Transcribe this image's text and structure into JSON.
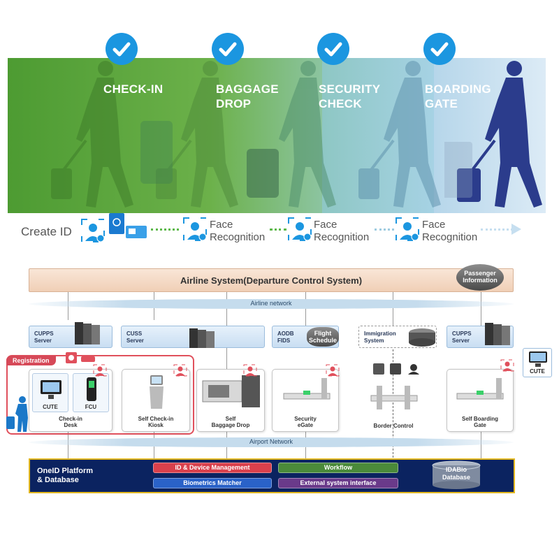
{
  "journey": {
    "stages": [
      {
        "title": "CHECK-IN"
      },
      {
        "title": "BAGGAGE\nDROP"
      },
      {
        "title": "SECURITY\nCHECK"
      },
      {
        "title": "BOARDING\nGATE"
      }
    ],
    "create_id": "Create ID",
    "face_recognition": "Face\nRecognition",
    "colors": {
      "check": "#1b96e0",
      "dots": "#5cb84a",
      "walker_active": "#2b3c8c"
    }
  },
  "architecture": {
    "airline_system": "Airline System(Departure Control System)",
    "passenger_information": "Passenger\nInformation",
    "airline_network": "Airline network",
    "airport_network": "Airport Network",
    "servers": [
      {
        "label": "CUPPS\nServer"
      },
      {
        "label": "CUSS\nServer"
      },
      {
        "label": "AODB\nFIDS"
      },
      {
        "label": "Immigration\nSystem"
      },
      {
        "label": "CUPPS\nServer"
      }
    ],
    "flight_schedule": "Flight\nSchedule",
    "registration": "Registration",
    "devices": [
      {
        "label": "Check-in\nDesk"
      },
      {
        "label": "Self Check-in\nKiosk"
      },
      {
        "label": "Self\nBaggage Drop"
      },
      {
        "label": "Security\neGate"
      },
      {
        "label": "Border Control"
      },
      {
        "label": "Self Boarding\nGate"
      }
    ],
    "cute": "CUTE",
    "fcu": "FCU",
    "cute_side": "CUTE",
    "platform": {
      "title": "OneID Platform\n& Database",
      "modules": [
        {
          "label": "ID & Device Management",
          "color": "#d9404c"
        },
        {
          "label": "Workflow",
          "color": "#4a8a3a"
        },
        {
          "label": "Biometrics Matcher",
          "color": "#2a62c8"
        },
        {
          "label": "External system interface",
          "color": "#6a3a8a"
        }
      ],
      "database": "IDABio\nDatabase"
    }
  }
}
